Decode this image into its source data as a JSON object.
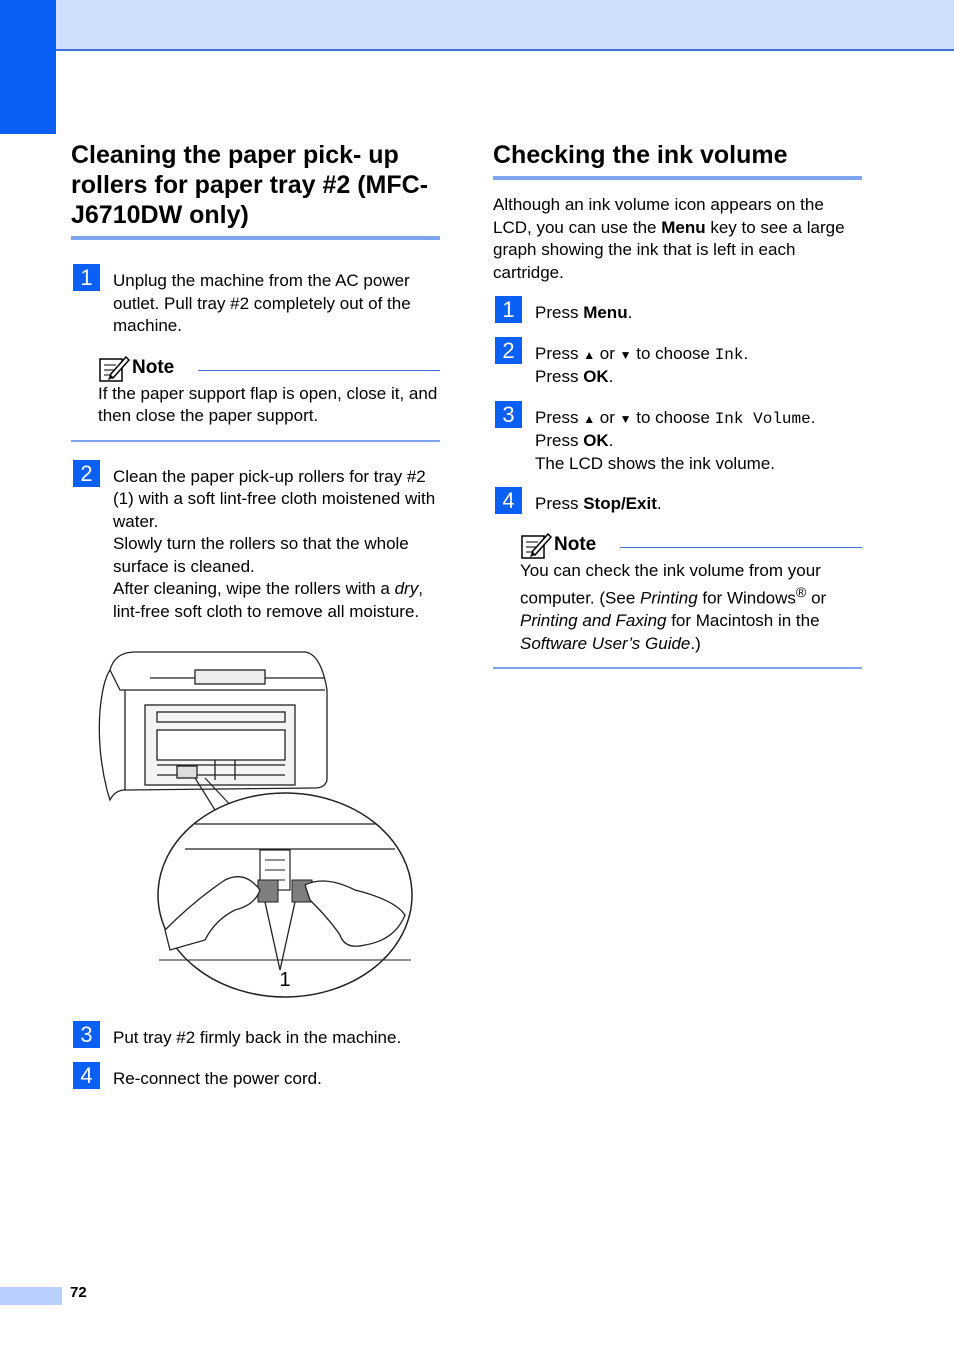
{
  "page_number": "72",
  "left": {
    "title": "Cleaning the paper pick- up rollers for paper tray #2 (MFC-J6710DW only)",
    "step1": {
      "num": "1",
      "text": "Unplug the machine from the AC power outlet. Pull tray #2 completely out of the machine."
    },
    "note1": {
      "label": "Note",
      "text": "If the paper support flap is open, close it, and then close the paper support."
    },
    "step2": {
      "num": "2",
      "line1": "Clean the paper pick-up rollers for tray #2 (1) with a soft lint-free cloth moistened with water.",
      "line2": "Slowly turn the rollers so that the whole surface is cleaned.",
      "line3_a": "After cleaning, wipe the rollers with a ",
      "line3_em": "dry",
      "line3_b": ", lint-free soft cloth to remove all moisture."
    },
    "figure_callout": "1",
    "step3": {
      "num": "3",
      "text": "Put tray #2 firmly back in the machine."
    },
    "step4": {
      "num": "4",
      "text": "Re-connect the power cord."
    }
  },
  "right": {
    "title": "Checking the ink volume",
    "intro_a": "Although an ink volume icon appears on the LCD, you can use the ",
    "intro_b": "Menu",
    "intro_c": " key to see a large graph showing the ink that is left in each cartridge.",
    "step1": {
      "num": "1",
      "press": "Press ",
      "key": "Menu",
      "end": "."
    },
    "step2": {
      "num": "2",
      "a": "Press ",
      "up": "▲",
      "or": " or ",
      "down": "▼",
      "choose": " to choose ",
      "mono": "Ink",
      "dot": ".",
      "press2": "Press ",
      "key2": "OK",
      "end2": "."
    },
    "step3": {
      "num": "3",
      "a": "Press ",
      "up": "▲",
      "or": " or ",
      "down": "▼",
      "choose": " to choose ",
      "mono": "Ink Volume",
      "dot": ".",
      "press2": "Press ",
      "key2": "OK",
      "end2": ".",
      "line3": "The LCD shows the ink volume."
    },
    "step4": {
      "num": "4",
      "press": "Press ",
      "key": "Stop/Exit",
      "end": "."
    },
    "note": {
      "label": "Note",
      "a": "You can check the ink volume from your computer. (See ",
      "em1": "Printing",
      "b": " for Windows",
      "reg": "®",
      "c": " or ",
      "em2": "Printing and Faxing",
      "d": " for Macintosh in the ",
      "em3": "Software User’s Guide",
      "e": ".)"
    }
  }
}
